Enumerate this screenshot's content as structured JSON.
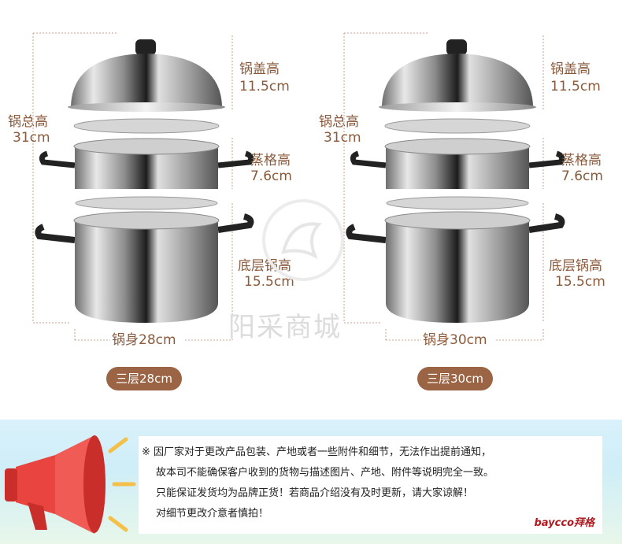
{
  "products": [
    {
      "lid_label": "锅盖高",
      "lid_value": "11.5cm",
      "total_label": "锅总高",
      "total_value": "31cm",
      "steamer_label": "蒸格高",
      "steamer_value": "7.6cm",
      "base_label": "底层锅高",
      "base_value": "15.5cm",
      "body_label": "锅身28cm",
      "option": "三层28cm"
    },
    {
      "lid_label": "锅盖高",
      "lid_value": "11.5cm",
      "total_label": "锅总高",
      "total_value": "31cm",
      "steamer_label": "蒸格高",
      "steamer_value": "7.6cm",
      "base_label": "底层锅高",
      "base_value": "15.5cm",
      "body_label": "锅身30cm",
      "option": "三层30cm"
    }
  ],
  "watermark": "阳采商城",
  "notice": {
    "line1": "※ 因厂家对于更改产品包装、产地或者一些附件和细节，无法作出提前通知，",
    "line2": "故本司不能确保客户收到的货物与描述图片、产地、附件等说明完全一致。",
    "line3": "只能保证发货均为品牌正货！若商品介绍没有及时更新，请大家谅解！",
    "line4": "对细节更改介意者慎拍！",
    "brand": "baycco拜格"
  },
  "colors": {
    "label": "#8a5a3c",
    "pill": "#9b6444",
    "dim_line": "#c9a189"
  }
}
